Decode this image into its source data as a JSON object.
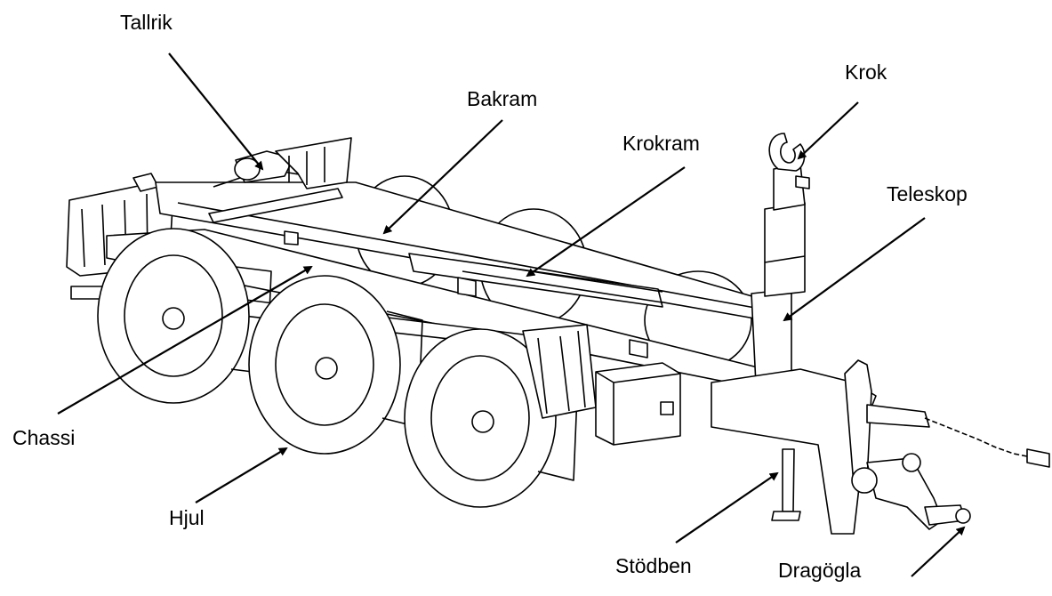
{
  "labels": {
    "tallrik": "Tallrik",
    "bakram": "Bakram",
    "krok": "Krok",
    "krokram": "Krokram",
    "teleskop": "Teleskop",
    "chassi": "Chassi",
    "hjul": "Hjul",
    "stodben": "Stödben",
    "dragogla": "Dragögla"
  },
  "colors": {
    "line": "#000000",
    "fill": "#ffffff",
    "shade": "#e6e6e6"
  }
}
